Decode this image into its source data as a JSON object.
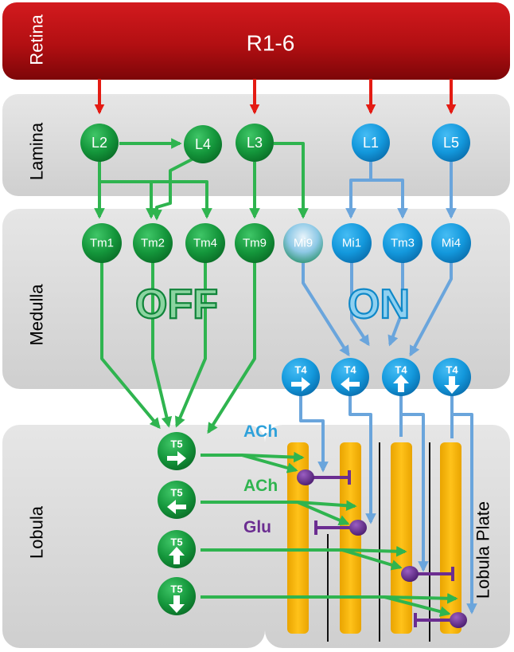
{
  "layers": {
    "retina": "Retina",
    "lamina": "Lamina",
    "medulla": "Medulla",
    "lobula": "Lobula",
    "lobula_plate": "Lobula Plate"
  },
  "receptors": "R1-6",
  "lamina_cells": {
    "l1": "L1",
    "l2": "L2",
    "l3": "L3",
    "l4": "L4",
    "l5": "L5"
  },
  "medulla_cells": {
    "tm1": "Tm1",
    "tm2": "Tm2",
    "tm4": "Tm4",
    "tm9": "Tm9",
    "mi9": "Mi9",
    "mi1": "Mi1",
    "tm3": "Tm3",
    "mi4": "Mi4"
  },
  "pathways": {
    "off": "OFF",
    "on": "ON"
  },
  "t4_label": "T4",
  "t5_label": "T5",
  "transmitters": {
    "ach_1": "ACh",
    "ach_2": "ACh",
    "glu": "Glu"
  },
  "colors": {
    "retina": "#b50e12",
    "off_cell": "#12953a",
    "off_arrow": "#2fb44f",
    "on_cell": "#1398dc",
    "on_arrow": "#6aa5dc",
    "input_arrow": "#e41b13",
    "layer_box": "#d9d9d9",
    "lobula_plate_band": "#f8b400",
    "inhibitory": "#6b2d91"
  }
}
